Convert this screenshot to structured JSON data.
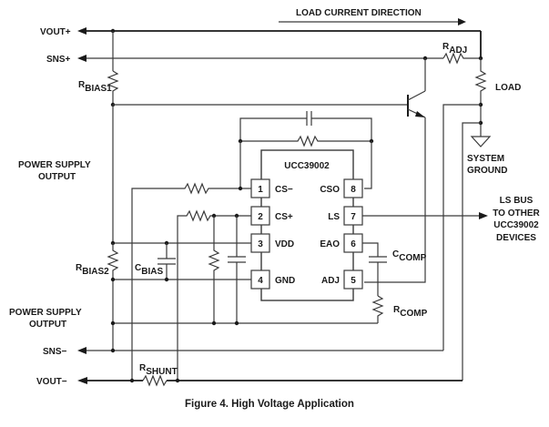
{
  "figure": {
    "caption": "Figure 4. High Voltage Application",
    "annotation": "LOAD CURRENT DIRECTION"
  },
  "terminals": {
    "vout_plus": "VOUT+",
    "sns_plus": "SNS+",
    "sns_minus": "SNS−",
    "vout_minus": "VOUT−"
  },
  "notes": {
    "ps_output_top_1": "POWER SUPPLY",
    "ps_output_top_2": "OUTPUT",
    "ps_output_bottom_1": "POWER SUPPLY",
    "ps_output_bottom_2": "OUTPUT",
    "system_ground_1": "SYSTEM",
    "system_ground_2": "GROUND",
    "ls_bus_1": "LS BUS",
    "ls_bus_2": "TO OTHER",
    "ls_bus_3": "UCC39002",
    "ls_bus_4": "DEVICES"
  },
  "components": {
    "r_bias1": {
      "main": "R",
      "sub": "BIAS1"
    },
    "r_bias2": {
      "main": "R",
      "sub": "BIAS2"
    },
    "c_bias": {
      "main": "C",
      "sub": "BIAS"
    },
    "r_adj": {
      "main": "R",
      "sub": "ADJ"
    },
    "load": "LOAD",
    "c_comp": {
      "main": "C",
      "sub": "COMP"
    },
    "r_comp": {
      "main": "R",
      "sub": "COMP"
    },
    "r_shunt": {
      "main": "R",
      "sub": "SHUNT"
    }
  },
  "ic": {
    "name": "UCC39002",
    "left_pins": [
      {
        "num": "1",
        "name": "CS−"
      },
      {
        "num": "2",
        "name": "CS+"
      },
      {
        "num": "3",
        "name": "VDD"
      },
      {
        "num": "4",
        "name": "GND"
      }
    ],
    "right_pins": [
      {
        "num": "8",
        "name": "CSO"
      },
      {
        "num": "7",
        "name": "LS"
      },
      {
        "num": "6",
        "name": "EAO"
      },
      {
        "num": "5",
        "name": "ADJ"
      }
    ]
  }
}
